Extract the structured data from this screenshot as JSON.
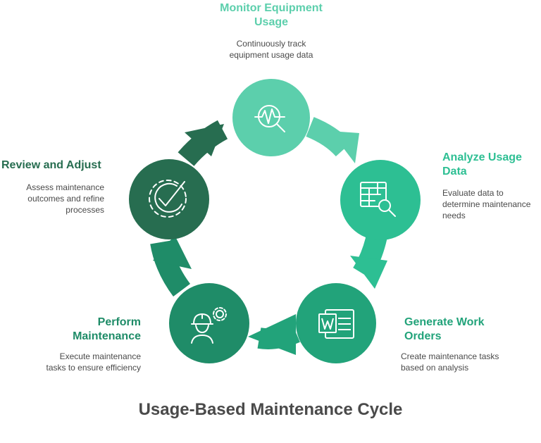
{
  "title": "Usage-Based Maintenance Cycle",
  "colors": {
    "monitor": "#5ccfac",
    "analyze": "#2dbf93",
    "generate": "#22a37a",
    "perform": "#1f8c68",
    "review": "#276d50",
    "title_text": "#4a4a4a",
    "desc_text": "#4a4a4a"
  },
  "steps": [
    {
      "id": "monitor",
      "title_line1": "Monitor Equipment",
      "title_line2": "Usage",
      "desc_line1": "Continuously track",
      "desc_line2": "equipment usage data",
      "desc_line3": "",
      "icon": "usage-monitor-icon"
    },
    {
      "id": "analyze",
      "title_line1": "Analyze Usage",
      "title_line2": "Data",
      "desc_line1": "Evaluate data to",
      "desc_line2": "determine maintenance",
      "desc_line3": "needs",
      "icon": "spreadsheet-search-icon"
    },
    {
      "id": "generate",
      "title_line1": "Generate Work",
      "title_line2": "Orders",
      "desc_line1": "Create maintenance tasks",
      "desc_line2": "based on analysis",
      "desc_line3": "",
      "icon": "word-document-icon"
    },
    {
      "id": "perform",
      "title_line1": "Perform",
      "title_line2": "Maintenance",
      "desc_line1": "Execute maintenance",
      "desc_line2": "tasks to ensure efficiency",
      "desc_line3": "",
      "icon": "worker-gear-icon"
    },
    {
      "id": "review",
      "title_line1": "Review and Adjust",
      "title_line2": "",
      "desc_line1": "Assess maintenance",
      "desc_line2": "outcomes and refine",
      "desc_line3": "processes",
      "icon": "gear-check-icon"
    }
  ]
}
